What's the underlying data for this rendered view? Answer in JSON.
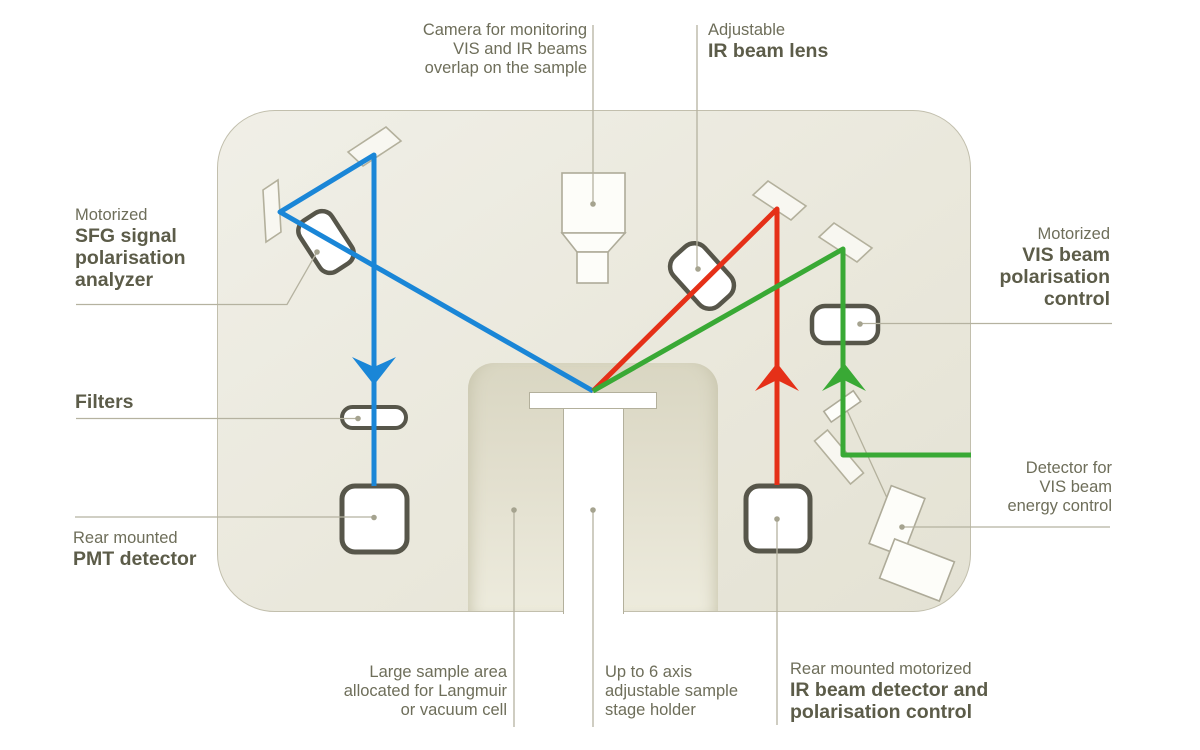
{
  "diagram": {
    "title_present": false,
    "colors": {
      "beam_blue": "#1a86d7",
      "beam_red": "#e53018",
      "beam_green": "#39a935",
      "outline_dark": "#57564a",
      "text": "#6e6e5a",
      "text_bold": "#5c5c49",
      "leader": "#b5b2a0",
      "enclosure_border": "#c2bfad"
    },
    "labels": {
      "camera": {
        "lines": [
          "Camera for monitoring",
          "VIS and IR beams",
          "overlap on the sample"
        ]
      },
      "ir_lens": {
        "lines": [
          "Adjustable",
          "IR beam lens"
        ]
      },
      "sfg_analyzer": {
        "lines": [
          "Motorized",
          "SFG signal",
          "polarisation",
          "analyzer"
        ]
      },
      "filters": {
        "lines": [
          "Filters"
        ]
      },
      "pmt": {
        "lines": [
          "Rear mounted",
          "PMT detector"
        ]
      },
      "vis_polarisation": {
        "lines": [
          "Motorized",
          "VIS beam",
          "polarisation",
          "control"
        ]
      },
      "vis_energy_detector": {
        "lines": [
          "Detector for",
          "VIS beam",
          "energy control"
        ]
      },
      "large_sample_area": {
        "lines": [
          "Large sample area",
          "allocated for Langmuir",
          "or vacuum cell"
        ]
      },
      "stage_holder": {
        "lines": [
          "Up to 6 axis",
          "adjustable sample",
          "stage holder"
        ]
      },
      "ir_detector": {
        "lines": [
          "Rear mounted motorized",
          "IR beam detector and",
          "polarisation control"
        ]
      }
    },
    "beams": {
      "blue": "SFG signal path: sample to side mirror to top mirror, down through filters to PMT detector",
      "red": "IR beam path: from detector box up to mirror, then to sample",
      "green": "VIS beam path: from right edge, up through polarisation control to mirror, then to sample"
    }
  }
}
